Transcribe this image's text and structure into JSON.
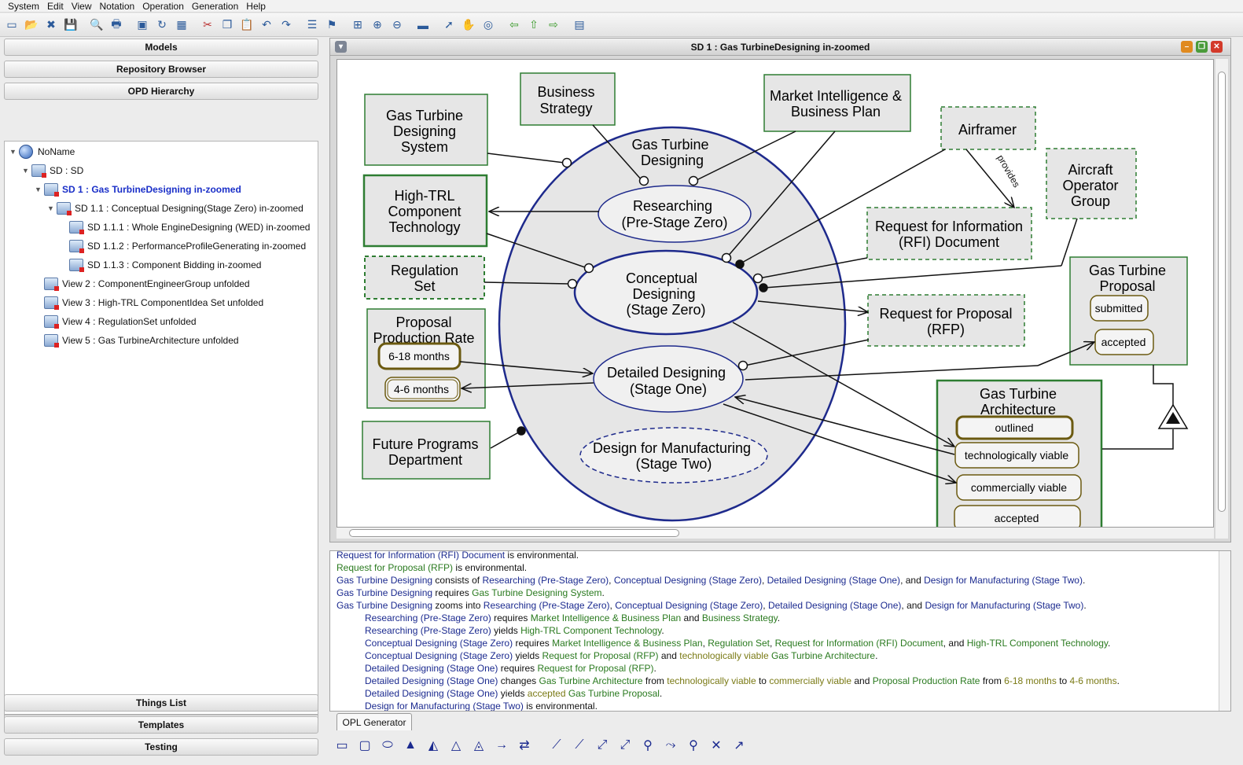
{
  "menu": [
    "System",
    "Edit",
    "View",
    "Notation",
    "Operation",
    "Generation",
    "Help"
  ],
  "toolbar_icons": [
    "new-icon",
    "open-icon",
    "close-icon",
    "save-icon",
    "print-preview-icon",
    "print-icon",
    "copy-image-icon",
    "refresh-icon",
    "layout-icon",
    "cut-icon",
    "copy-icon",
    "paste-icon",
    "undo-icon",
    "redo-icon",
    "properties-icon",
    "stamp-icon",
    "fit-icon",
    "zoom-in-icon",
    "zoom-out-icon",
    "folder-icon",
    "pointer-icon",
    "hand-icon",
    "search-icon",
    "back-icon",
    "up-icon",
    "forward-icon",
    "grid-icon"
  ],
  "left": {
    "models_label": "Models",
    "repository_label": "Repository Browser",
    "hierarchy_label": "OPD Hierarchy",
    "tree": [
      {
        "label": "NoName",
        "level": 0,
        "kind": "root"
      },
      {
        "label": "SD  : SD",
        "level": 1
      },
      {
        "label": "SD 1 : Gas TurbineDesigning in-zoomed",
        "level": 2,
        "selected": true
      },
      {
        "label": "SD 1.1 : Conceptual Designing(Stage Zero) in-zoomed",
        "level": 3
      },
      {
        "label": "SD 1.1.1 : Whole EngineDesigning (WED) in-zoomed",
        "level": 4
      },
      {
        "label": "SD 1.1.2 : PerformanceProfileGenerating in-zoomed",
        "level": 4
      },
      {
        "label": "SD 1.1.3 : Component Bidding in-zoomed",
        "level": 4
      },
      {
        "label": "View 2 : ComponentEngineerGroup unfolded",
        "level": 2
      },
      {
        "label": "View 3 : High-TRL ComponentIdea Set unfolded",
        "level": 2
      },
      {
        "label": "View 4 : RegulationSet unfolded",
        "level": 2
      },
      {
        "label": "View 5 : Gas TurbineArchitecture unfolded",
        "level": 2
      }
    ],
    "things_list_label": "Things List",
    "templates_label": "Templates",
    "testing_label": "Testing"
  },
  "diagram": {
    "window_title": "SD 1 : Gas TurbineDesigning in-zoomed",
    "main_process": [
      "Gas Turbine",
      "Designing"
    ],
    "subprocesses": {
      "researching": [
        "Researching",
        "(Pre-Stage Zero)"
      ],
      "conceptual": [
        "Conceptual",
        "Designing",
        "(Stage Zero)"
      ],
      "detailed": [
        "Detailed Designing",
        "(Stage One)"
      ],
      "manufacturing": [
        "Design for Manufacturing",
        "(Stage Two)"
      ]
    },
    "objects": {
      "gtds": [
        "Gas Turbine",
        "Designing",
        "System"
      ],
      "business_strategy": [
        "Business",
        "Strategy"
      ],
      "market_intel": [
        "Market Intelligence &",
        "Business Plan"
      ],
      "airframer": "Airframer",
      "aircraft_operator": [
        "Aircraft",
        "Operator",
        "Group"
      ],
      "high_trl": [
        "High-TRL",
        "Component",
        "Technology"
      ],
      "rfi": [
        "Request for Information",
        "(RFI) Document"
      ],
      "regulation": [
        "Regulation",
        "Set"
      ],
      "rfp": [
        "Request for Proposal",
        "(RFP)"
      ],
      "ppr": [
        "Proposal",
        "Production Rate"
      ],
      "ppr_states": [
        "6-18 months",
        "4-6 months"
      ],
      "future_programs": [
        "Future Programs",
        "Department"
      ],
      "gtp": [
        "Gas Turbine",
        "Proposal"
      ],
      "gtp_states": [
        "submitted",
        "accepted"
      ],
      "gta": [
        "Gas Turbine",
        "Architecture"
      ],
      "gta_states": [
        "outlined",
        "technologically viable",
        "commercially viable",
        "accepted"
      ]
    },
    "tag_provides": "provides"
  },
  "opl": {
    "lines": [
      {
        "indent": 0,
        "parts": [
          [
            "op",
            "Request for Information (RFI) Document"
          ],
          [
            "tx",
            " is environmental."
          ]
        ]
      },
      {
        "indent": 0,
        "parts": [
          [
            "ob",
            "Request for Proposal (RFP)"
          ],
          [
            "tx",
            " is environmental."
          ]
        ]
      },
      {
        "indent": 0,
        "parts": [
          [
            "op",
            "Gas Turbine Designing"
          ],
          [
            "tx",
            " consists of "
          ],
          [
            "op",
            "Researching (Pre-Stage Zero)"
          ],
          [
            "tx",
            ", "
          ],
          [
            "op",
            "Conceptual Designing (Stage Zero)"
          ],
          [
            "tx",
            ", "
          ],
          [
            "op",
            "Detailed Designing (Stage One)"
          ],
          [
            "tx",
            ", and "
          ],
          [
            "op",
            "Design for Manufacturing (Stage Two)"
          ],
          [
            "tx",
            "."
          ]
        ]
      },
      {
        "indent": 0,
        "parts": [
          [
            "op",
            "Gas Turbine Designing"
          ],
          [
            "tx",
            " requires "
          ],
          [
            "ob",
            "Gas Turbine Designing System"
          ],
          [
            "tx",
            "."
          ]
        ]
      },
      {
        "indent": 0,
        "parts": [
          [
            "op",
            "Gas Turbine Designing"
          ],
          [
            "tx",
            " zooms into "
          ],
          [
            "op",
            "Researching (Pre-Stage Zero)"
          ],
          [
            "tx",
            ", "
          ],
          [
            "op",
            "Conceptual Designing (Stage Zero)"
          ],
          [
            "tx",
            ", "
          ],
          [
            "op",
            "Detailed Designing (Stage One)"
          ],
          [
            "tx",
            ", and "
          ],
          [
            "op",
            "Design for Manufacturing (Stage Two)"
          ],
          [
            "tx",
            "."
          ]
        ]
      },
      {
        "indent": 1,
        "parts": [
          [
            "op",
            "Researching (Pre-Stage Zero)"
          ],
          [
            "tx",
            " requires "
          ],
          [
            "ob",
            "Market Intelligence & Business Plan"
          ],
          [
            "tx",
            " and "
          ],
          [
            "ob",
            "Business Strategy"
          ],
          [
            "tx",
            "."
          ]
        ]
      },
      {
        "indent": 1,
        "parts": [
          [
            "op",
            "Researching (Pre-Stage Zero)"
          ],
          [
            "tx",
            " yields "
          ],
          [
            "ob",
            "High-TRL Component Technology"
          ],
          [
            "tx",
            "."
          ]
        ]
      },
      {
        "indent": 1,
        "parts": [
          [
            "op",
            "Conceptual Designing (Stage Zero)"
          ],
          [
            "tx",
            " requires "
          ],
          [
            "ob",
            "Market Intelligence & Business Plan"
          ],
          [
            "tx",
            ", "
          ],
          [
            "ob",
            "Regulation Set"
          ],
          [
            "tx",
            ", "
          ],
          [
            "ob",
            "Request for Information (RFI) Document"
          ],
          [
            "tx",
            ", and "
          ],
          [
            "ob",
            "High-TRL Component Technology"
          ],
          [
            "tx",
            "."
          ]
        ]
      },
      {
        "indent": 1,
        "parts": [
          [
            "op",
            "Conceptual Designing (Stage Zero)"
          ],
          [
            "tx",
            " yields "
          ],
          [
            "ob",
            "Request for Proposal (RFP)"
          ],
          [
            "tx",
            " and "
          ],
          [
            "st",
            "technologically viable"
          ],
          [
            "tx",
            " "
          ],
          [
            "ob",
            "Gas Turbine Architecture"
          ],
          [
            "tx",
            "."
          ]
        ]
      },
      {
        "indent": 1,
        "parts": [
          [
            "op",
            "Detailed Designing (Stage One)"
          ],
          [
            "tx",
            " requires "
          ],
          [
            "ob",
            "Request for Proposal (RFP)"
          ],
          [
            "tx",
            "."
          ]
        ]
      },
      {
        "indent": 1,
        "parts": [
          [
            "op",
            "Detailed Designing (Stage One)"
          ],
          [
            "tx",
            " changes "
          ],
          [
            "ob",
            "Gas Turbine Architecture"
          ],
          [
            "tx",
            " from "
          ],
          [
            "st",
            "technologically viable"
          ],
          [
            "tx",
            " to "
          ],
          [
            "st",
            "commercially viable"
          ],
          [
            "tx",
            " and "
          ],
          [
            "ob",
            "Proposal Production Rate"
          ],
          [
            "tx",
            " from "
          ],
          [
            "st",
            "6-18 months"
          ],
          [
            "tx",
            " to "
          ],
          [
            "st",
            "4-6 months"
          ],
          [
            "tx",
            "."
          ]
        ]
      },
      {
        "indent": 1,
        "parts": [
          [
            "op",
            "Detailed Designing (Stage One)"
          ],
          [
            "tx",
            " yields "
          ],
          [
            "st",
            "accepted"
          ],
          [
            "tx",
            " "
          ],
          [
            "ob",
            "Gas Turbine Proposal"
          ],
          [
            "tx",
            "."
          ]
        ]
      },
      {
        "indent": 1,
        "parts": [
          [
            "op",
            "Design for Manufacturing (Stage Two)"
          ],
          [
            "tx",
            " is environmental."
          ]
        ]
      }
    ],
    "tab_label": "OPL Generator"
  },
  "shape_tools": [
    "rectangle-tool-icon",
    "rounded-rect-tool-icon",
    "ellipse-tool-icon",
    "aggregation-icon",
    "exhibition-icon",
    "generalization-icon",
    "instantiation-icon",
    "tagged-link-icon",
    "bidirectional-link-icon",
    "agent-link-icon",
    "instrument-link-icon",
    "effect-link-icon",
    "consumption-link-icon",
    "condition-link-icon",
    "event-link-icon",
    "invocation-link-icon",
    "exception-link-icon",
    "result-link-icon"
  ]
}
